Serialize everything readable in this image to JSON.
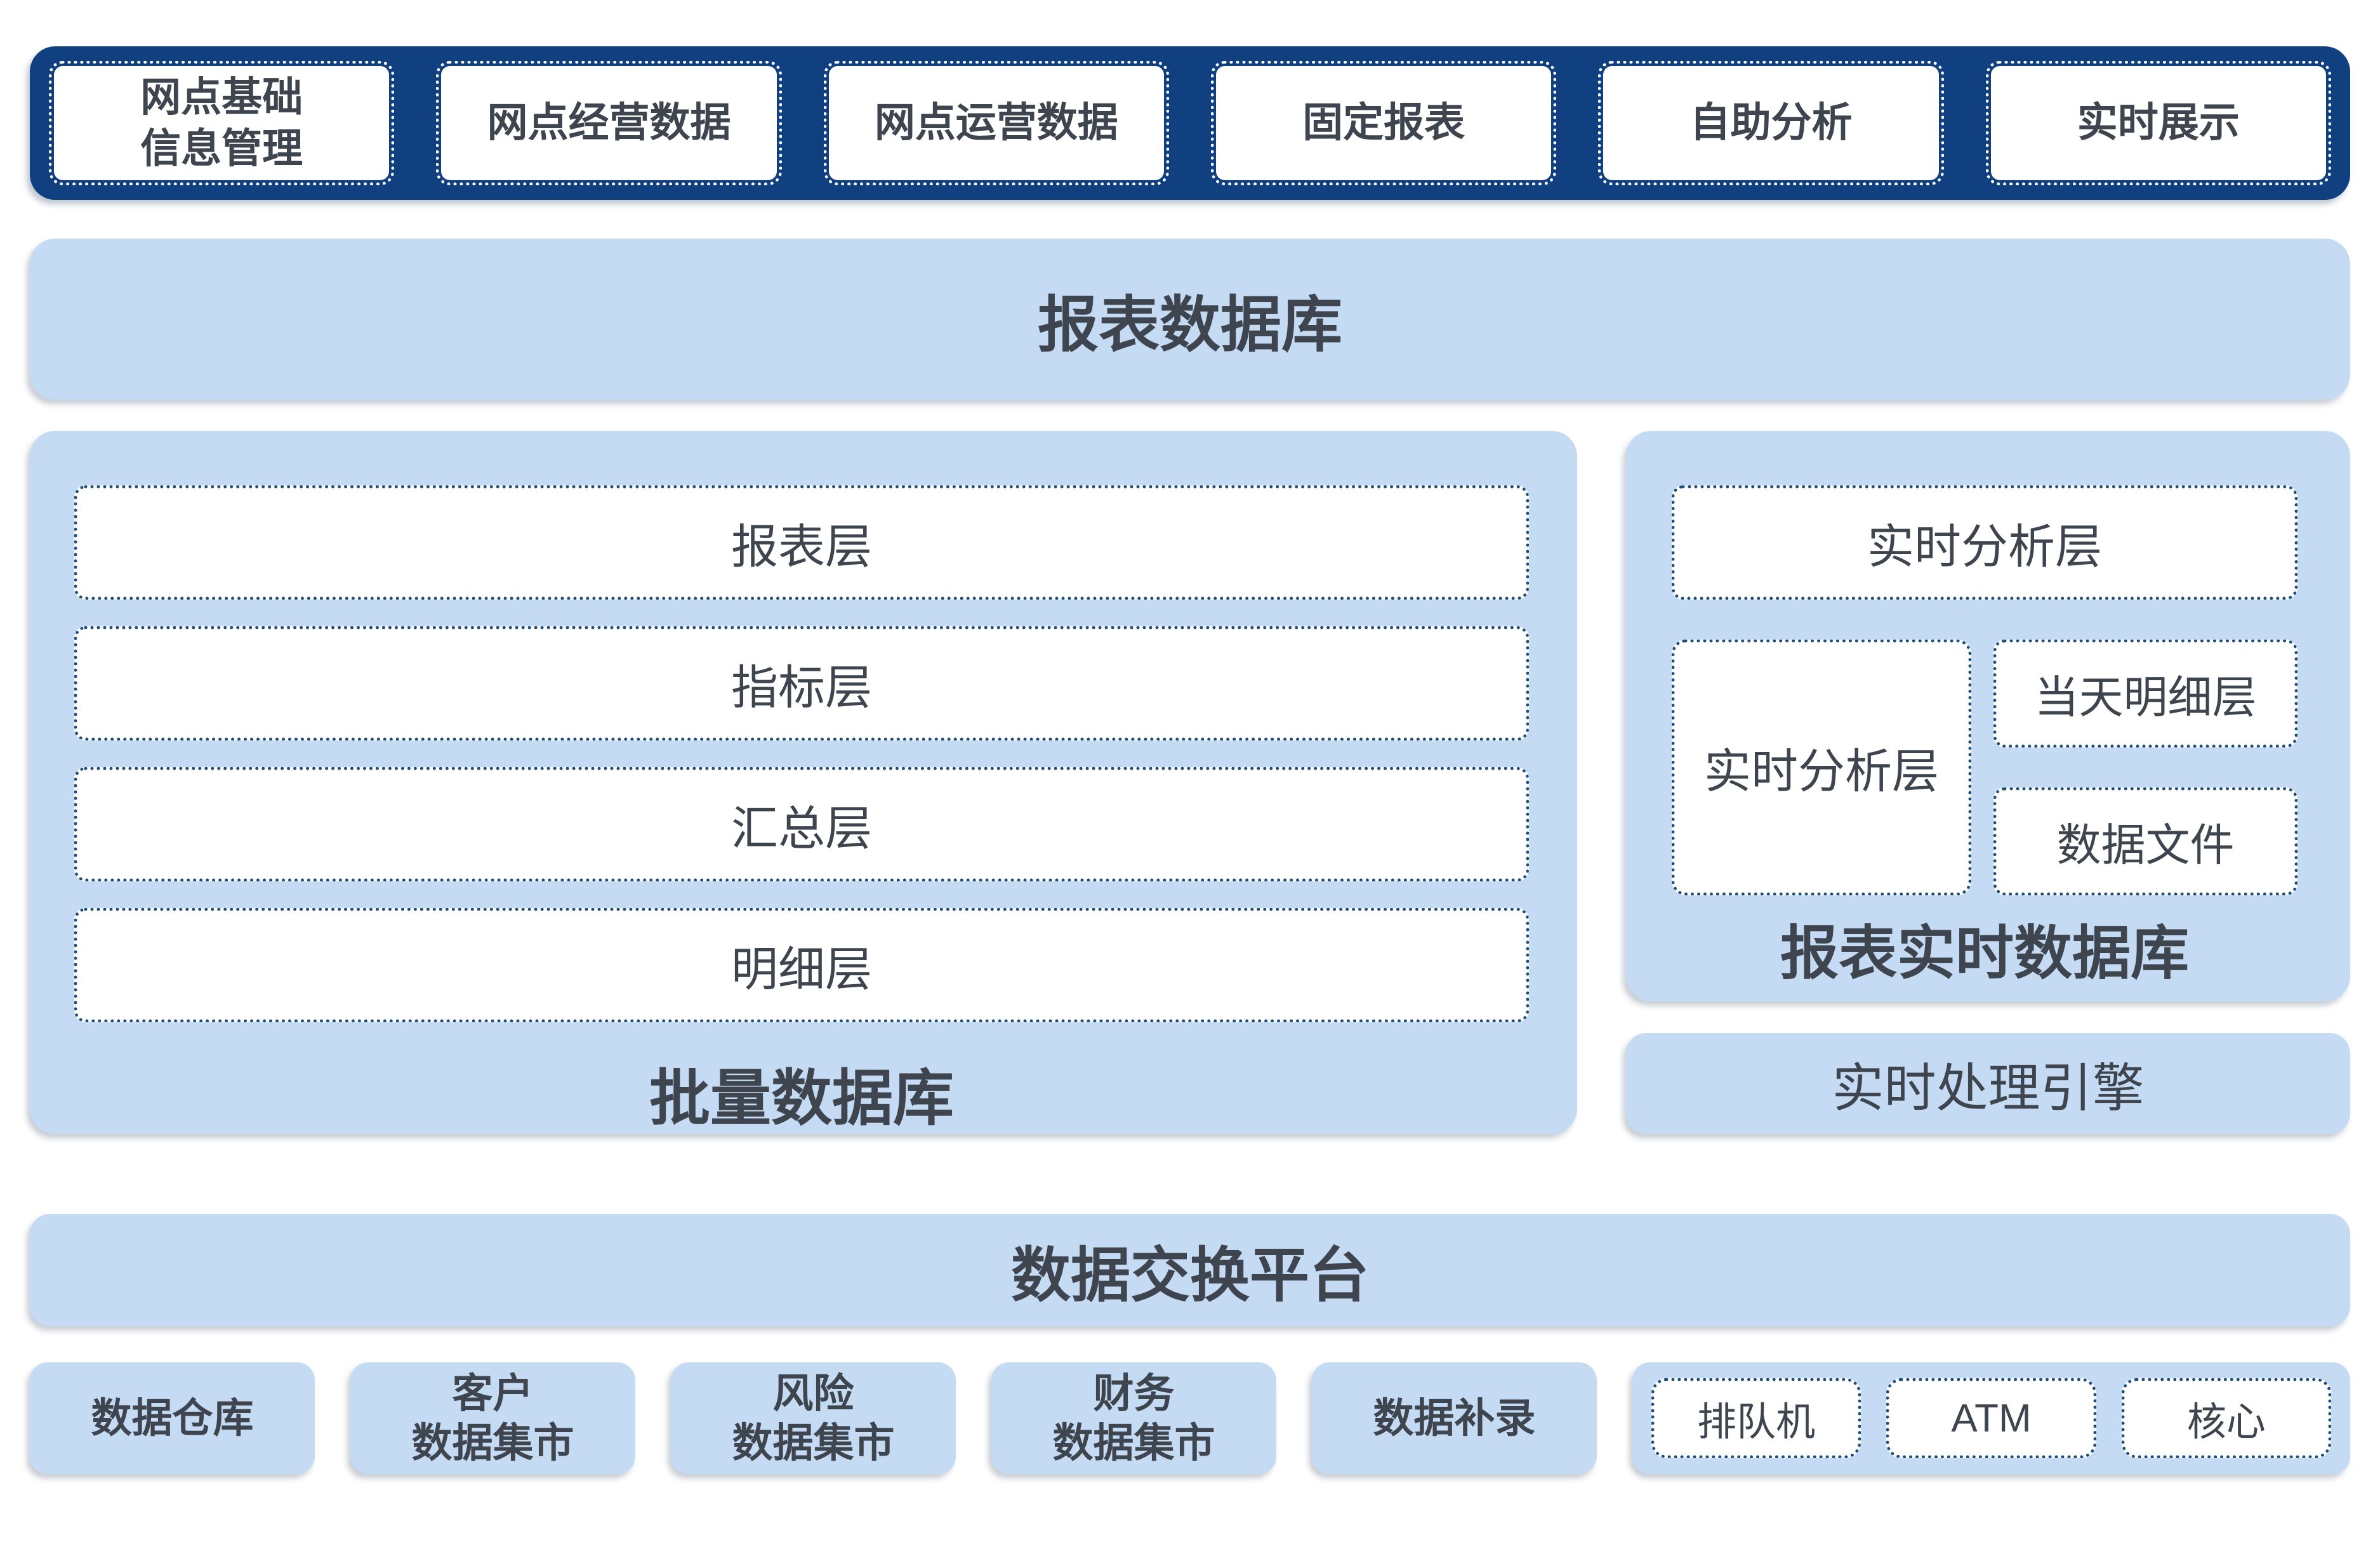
{
  "palette": {
    "top_bar_navy": "#10407f",
    "panel_blue": "#c5dbf3",
    "dotted_border_blue": "#1d4c77",
    "text_dark": "#3e454e",
    "box_white": "#ffffff"
  },
  "top_apps": {
    "items": [
      "网点基础\n信息管理",
      "网点经营数据",
      "网点运营数据",
      "固定报表",
      "自助分析",
      "实时展示"
    ]
  },
  "report_db": {
    "label": "报表数据库"
  },
  "batch_db": {
    "title": "批量数据库",
    "layers": [
      "报表层",
      "指标层",
      "汇总层",
      "明细层"
    ]
  },
  "realtime_db": {
    "title": "报表实时数据库",
    "top_layer": "实时分析层",
    "left_layer": "实时分析层",
    "right_layers": [
      "当天明细层",
      "数据文件"
    ]
  },
  "realtime_engine": {
    "label": "实时处理引擎"
  },
  "data_exchange": {
    "label": "数据交换平台"
  },
  "sources": {
    "items": [
      "数据仓库",
      "客户\n数据集市",
      "风险\n数据集市",
      "财务\n数据集市",
      "数据补录"
    ]
  },
  "channels": {
    "items": [
      "排队机",
      "ATM",
      "核心"
    ]
  }
}
